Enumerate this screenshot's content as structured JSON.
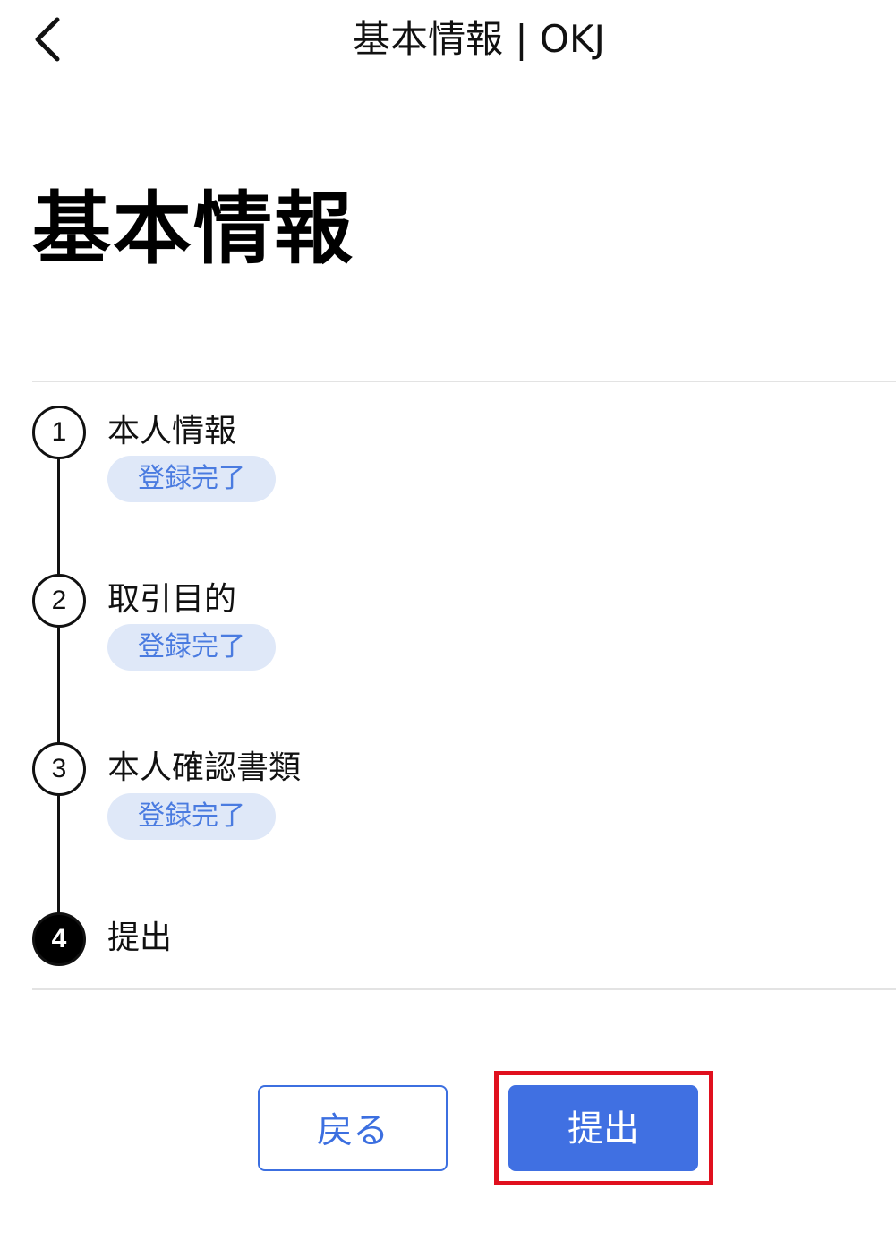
{
  "header": {
    "title": "基本情報 | OKJ",
    "back_icon": "chevron-left-icon"
  },
  "page": {
    "title": "基本情報"
  },
  "steps": [
    {
      "number": "1",
      "label": "本人情報",
      "status": "登録完了",
      "active": false
    },
    {
      "number": "2",
      "label": "取引目的",
      "status": "登録完了",
      "active": false
    },
    {
      "number": "3",
      "label": "本人確認書類",
      "status": "登録完了",
      "active": false
    },
    {
      "number": "4",
      "label": "提出",
      "status": null,
      "active": true
    }
  ],
  "actions": {
    "back_label": "戻る",
    "submit_label": "提出"
  },
  "colors": {
    "accent": "#4070e2",
    "badge_bg": "#dfe8f8",
    "badge_text": "#4a7be0",
    "highlight": "#e0101e"
  }
}
